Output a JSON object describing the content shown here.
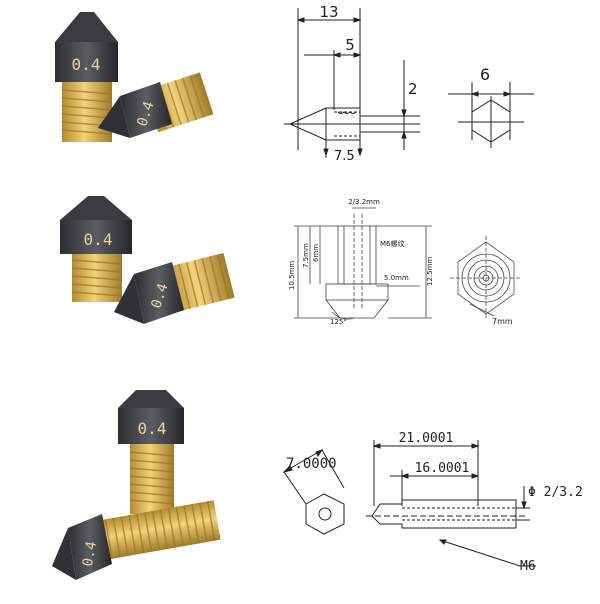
{
  "row1": {
    "nozzle_mark_a": "0.4",
    "nozzle_mark_b": "0.4",
    "dim_13": "13",
    "dim_5": "5",
    "dim_2": "2",
    "dim_7_5": "7.5",
    "dim_6": "6"
  },
  "row2": {
    "nozzle_mark_a": "0.4",
    "nozzle_mark_b": "0.4",
    "dim_bore": "2/3.2mm",
    "dim_thread": "M6螺纹",
    "dim_10_5": "10.5mm",
    "dim_7_5": "7.5mm",
    "dim_6": "6mm",
    "dim_5": "5.0mm",
    "dim_12_5": "12.5mm",
    "dim_angle": "125°",
    "dim_7": "7mm"
  },
  "row3": {
    "nozzle_mark_a": "0.4",
    "nozzle_mark_b": "0.4",
    "dim_7": "7.0000",
    "dim_21": "21.0001",
    "dim_16": "16.0001",
    "dim_bore": "Φ 2/3.2",
    "dim_m6": "M6"
  },
  "colors": {
    "brass": "#d8b04a",
    "brass_dark": "#a8822a",
    "steel": "#3b3d42",
    "steel_light": "#6b6e74",
    "line": "#222222"
  }
}
